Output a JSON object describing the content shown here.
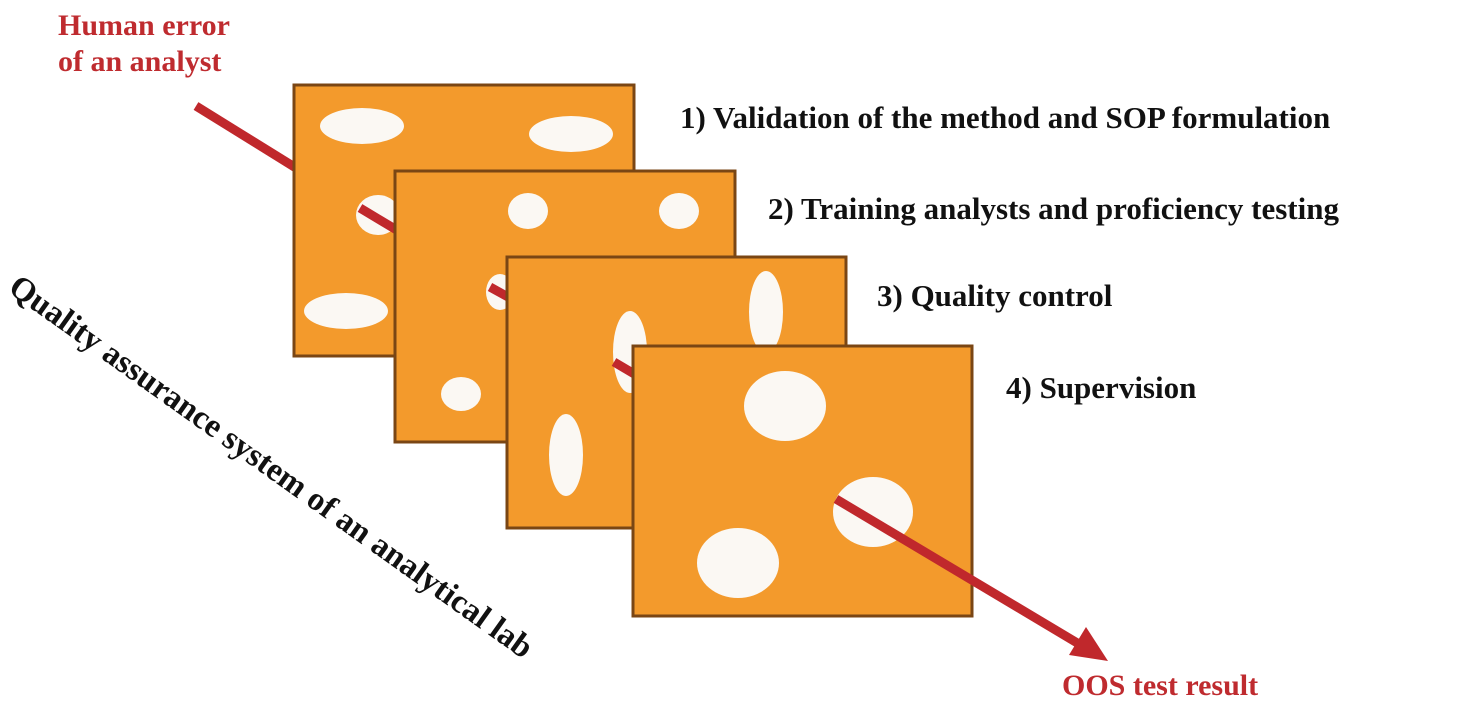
{
  "colors": {
    "slice_fill": "#F39A2C",
    "slice_border": "#7A4614",
    "hole_fill": "#FBF8F3",
    "arrow": "#C0282C",
    "label_red": "#BF2B2F",
    "label_dark": "#111111"
  },
  "error_source": {
    "line1": "Human error",
    "line2": "of an analyst"
  },
  "outcome": "OOS test result",
  "system_label": "Quality assurance system of an analytical lab",
  "layers": [
    {
      "label": "1) Validation of the method and SOP formulation"
    },
    {
      "label": "2) Training analysts and proficiency testing"
    },
    {
      "label": "3) Quality control"
    },
    {
      "label": "4) Supervision"
    }
  ]
}
